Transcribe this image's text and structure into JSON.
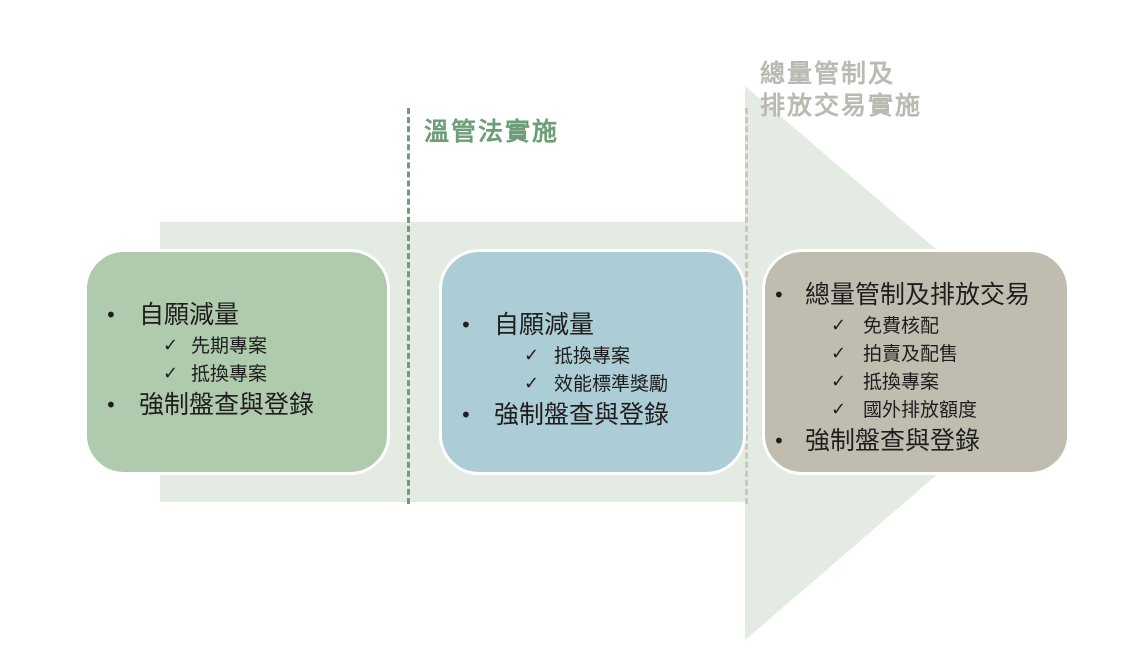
{
  "phases": [
    {
      "label": "溫管法實施"
    },
    {
      "label_line1": "總量管制及",
      "label_line2": "排放交易實施"
    }
  ],
  "stages": [
    {
      "items": [
        {
          "text": "自願減量",
          "subitems": [
            "先期專案",
            "抵換專案"
          ]
        },
        {
          "text": "強制盤查與登錄",
          "subitems": []
        }
      ]
    },
    {
      "items": [
        {
          "text": "自願減量",
          "subitems": [
            "抵換專案",
            "效能標準獎勵"
          ]
        },
        {
          "text": "強制盤查與登錄",
          "subitems": []
        }
      ]
    },
    {
      "items": [
        {
          "text": "總量管制及排放交易",
          "subitems": [
            "免費核配",
            "拍賣及配售",
            "抵換專案",
            "國外排放額度"
          ]
        },
        {
          "text": "強制盤查與登錄",
          "subitems": []
        }
      ]
    }
  ],
  "colors": {
    "arrow": "#e4ebe2",
    "stage1": "#afcaac",
    "stage2": "#acccd6",
    "stage3": "#c0bdb0",
    "phase1": "#6e9e78",
    "phase2": "#bbbab2"
  }
}
